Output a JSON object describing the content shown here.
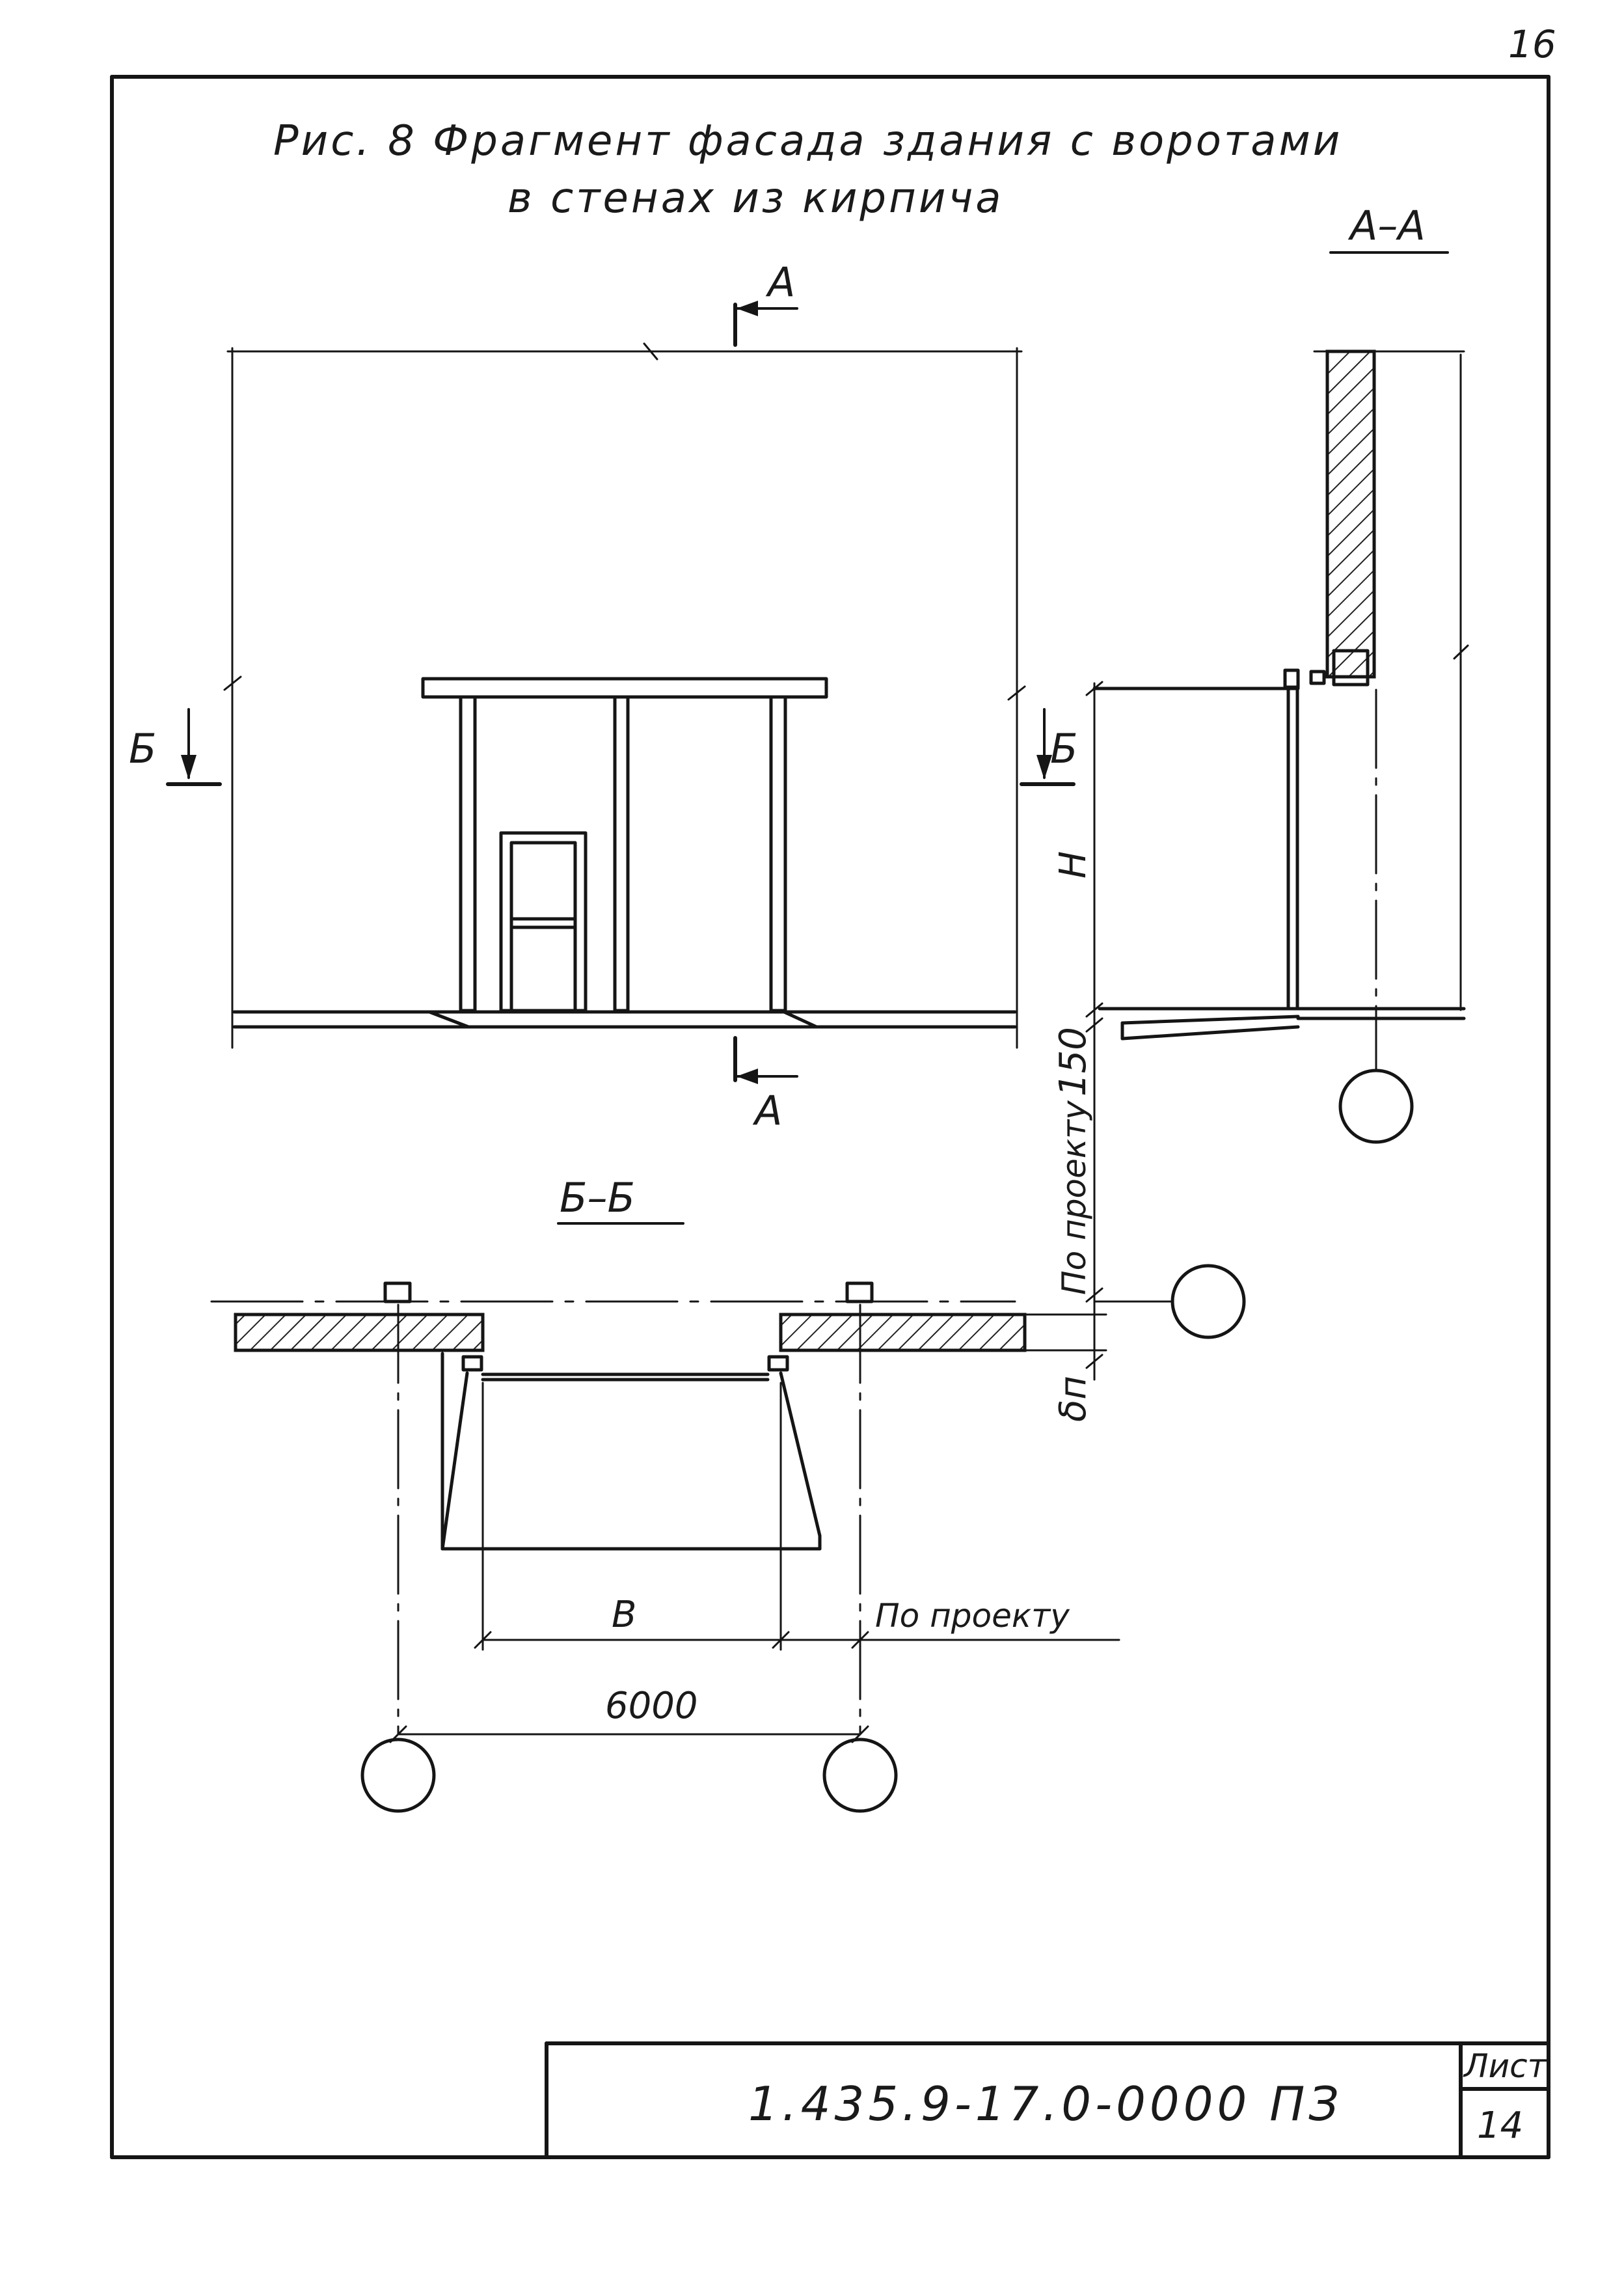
{
  "page_number": "16",
  "title": {
    "line1": "Рис. 8  Фрагмент фасада здания с воротами",
    "line2": "в стенах  из кирпича"
  },
  "section_labels": {
    "cut_a": "А",
    "cut_b": "Б",
    "section_aa": "А–А",
    "section_bb": "Б–Б"
  },
  "dimensions": {
    "height": "H",
    "plinth": "150",
    "per_project_vertical": "По проекту",
    "wall_thickness": "δп",
    "opening_width": "B",
    "per_project_horizontal": "По проекту",
    "column_spacing": "6000"
  },
  "title_block": {
    "document_code": "1.435.9-17.0-0000 ПЗ",
    "sheet_label": "Лист",
    "sheet_number": "14"
  },
  "colors": {
    "ink": "#151515",
    "paper": "#ffffff"
  }
}
